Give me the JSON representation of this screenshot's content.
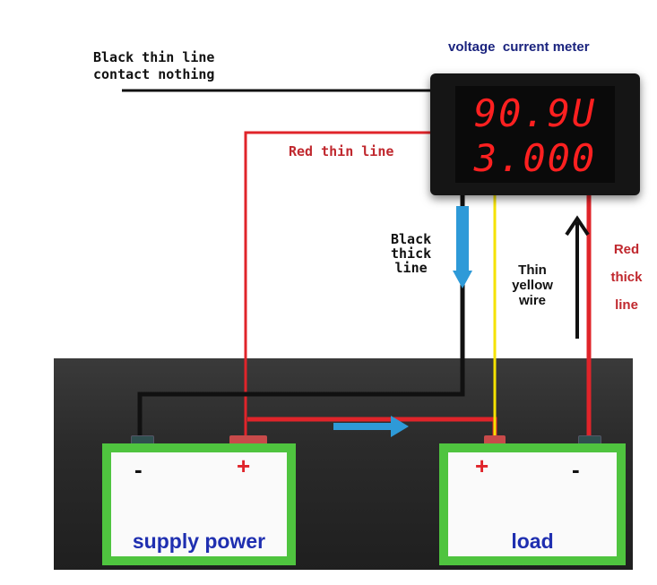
{
  "meter": {
    "title": "voltage  current meter",
    "voltage_display": "90.9U",
    "current_display": "3.000"
  },
  "labels": {
    "black_thin": [
      "Black thin line",
      "contact nothing"
    ],
    "red_thin": "Red thin line",
    "black_thick": [
      "Black",
      "thick",
      "line"
    ],
    "yellow": [
      "Thin",
      "yellow",
      "wire"
    ],
    "red_thick": [
      "Red",
      "thick",
      "line"
    ]
  },
  "batteries": {
    "supply": {
      "name": "supply power",
      "left_sign": "-",
      "right_sign": "+"
    },
    "load": {
      "name": "load",
      "left_sign": "+",
      "right_sign": "-"
    }
  },
  "colors": {
    "red_wire": "#e0242a",
    "black_wire": "#111111",
    "yellow_wire": "#f5e200",
    "blue_arrow": "#2e9ad8",
    "battery_green": "#4fc43f",
    "label_blue": "#1f2fb0"
  }
}
